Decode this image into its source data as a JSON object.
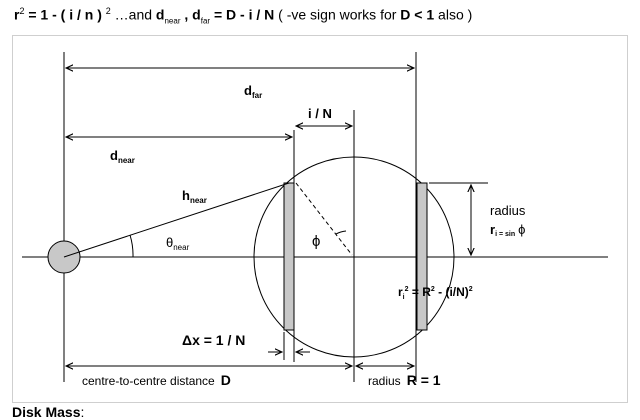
{
  "formula": {
    "part1": "r",
    "sup1": "2",
    "part2": " = 1 - ( i / n ) ",
    "sup2": "2",
    "part3": " …and ",
    "d1": "d",
    "near": "near",
    "comma": " , ",
    "d2": "d",
    "far": "far",
    "part4": " = D - i / N",
    "part5": "  ( -ve sign works for ",
    "dlt1": "D < 1",
    "part6": " also )"
  },
  "labels": {
    "d_far": "d",
    "d_far_sub": "far",
    "i_over_n": "i / N",
    "d_near": "d",
    "d_near_sub": "near",
    "h_near": "h",
    "h_near_sub": "near",
    "theta_near": "θ",
    "theta_near_sub": "near",
    "phi": "ϕ",
    "radius_word": "radius",
    "r_i": "r",
    "r_i_sub": "i = sin",
    "r_i_phi": "ϕ",
    "ri2_lhs": "r",
    "ri2_sub": "i",
    "ri2_sup": "2",
    "ri2_rhs": " = R",
    "ri2_sup2": "2",
    "ri2_rest": " - (i/N)",
    "ri2_sup3": "2",
    "delta_x": "Δx  =  1 / N",
    "centre_to_centre": "centre-to-centre distance",
    "d_letter": "D",
    "radius_bottom": "radius",
    "r_equals_1": "R = 1"
  },
  "colors": {
    "disk_fill": "#c8c8c8",
    "line": "#000000",
    "frame": "#cfcfcf"
  },
  "footer": {
    "title": "Disk Mass",
    "colon": ":"
  }
}
